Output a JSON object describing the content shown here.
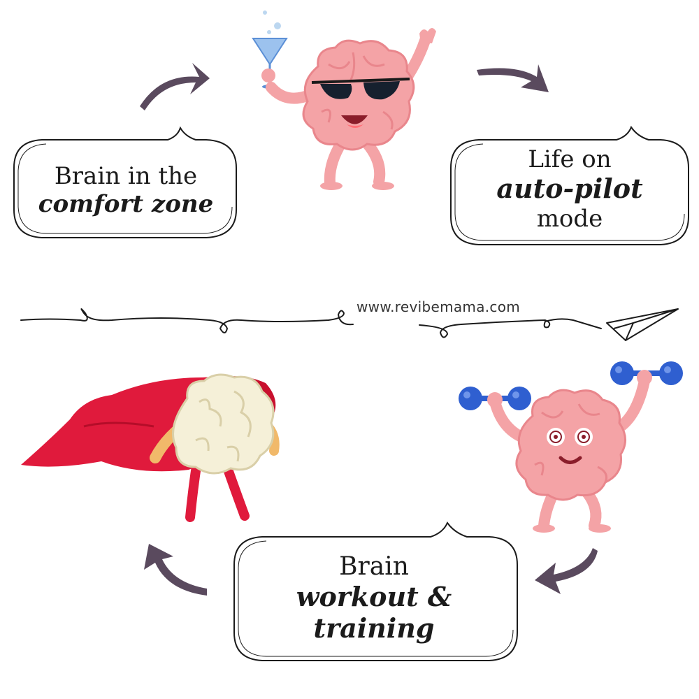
{
  "bubbles": {
    "comfort": {
      "line1": "Brain in the",
      "line2": "comfort zone"
    },
    "autopilot": {
      "line1": "Life on",
      "line2": "auto-pilot",
      "line3": "mode"
    },
    "workout": {
      "line1": "Brain",
      "line2": "workout &",
      "line3": "training"
    }
  },
  "divider": {
    "url": "www.revibemama.com"
  },
  "colors": {
    "brain_pink": "#f4a3a6",
    "brain_dark": "#e9868c",
    "arrow": "#5a4a5e",
    "cape_red": "#e01a3c",
    "dumbbell_blue": "#2f5fd0",
    "super_brain": "#f5f0d8"
  },
  "icons": [
    "arrow-icon",
    "paper-plane-icon",
    "martini-glass-icon",
    "sunglasses-icon",
    "dumbbell-icon",
    "cape-icon"
  ]
}
